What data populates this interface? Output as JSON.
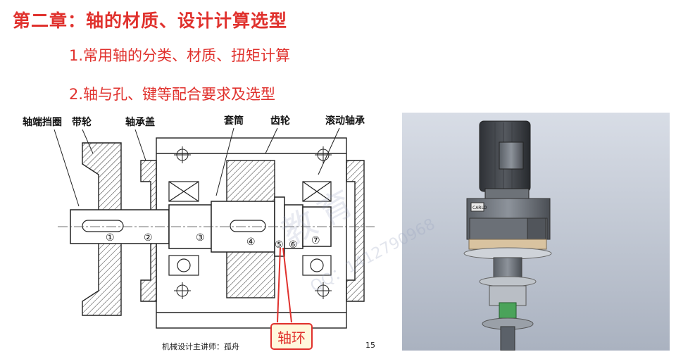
{
  "title": "第二章：轴的材质、设计计算选型",
  "bullets": [
    "1.常用轴的分类、材质、扭矩计算",
    "2.轴与孔、键等配合要求及选型"
  ],
  "diagram": {
    "labels": [
      "轴端挡圈",
      "带轮",
      "轴承盖",
      "套筒",
      "齿轮",
      "滚动轴承"
    ],
    "numbers": [
      "①",
      "②",
      "③",
      "④",
      "⑤",
      "⑥",
      "⑦"
    ]
  },
  "callout": "轴环",
  "footer": {
    "lecturer": "机械设计主讲师：孤舟",
    "page": "15"
  },
  "render_label": "CARLO",
  "watermark": {
    "text": "教育",
    "qq": "QQ：1412790968"
  }
}
